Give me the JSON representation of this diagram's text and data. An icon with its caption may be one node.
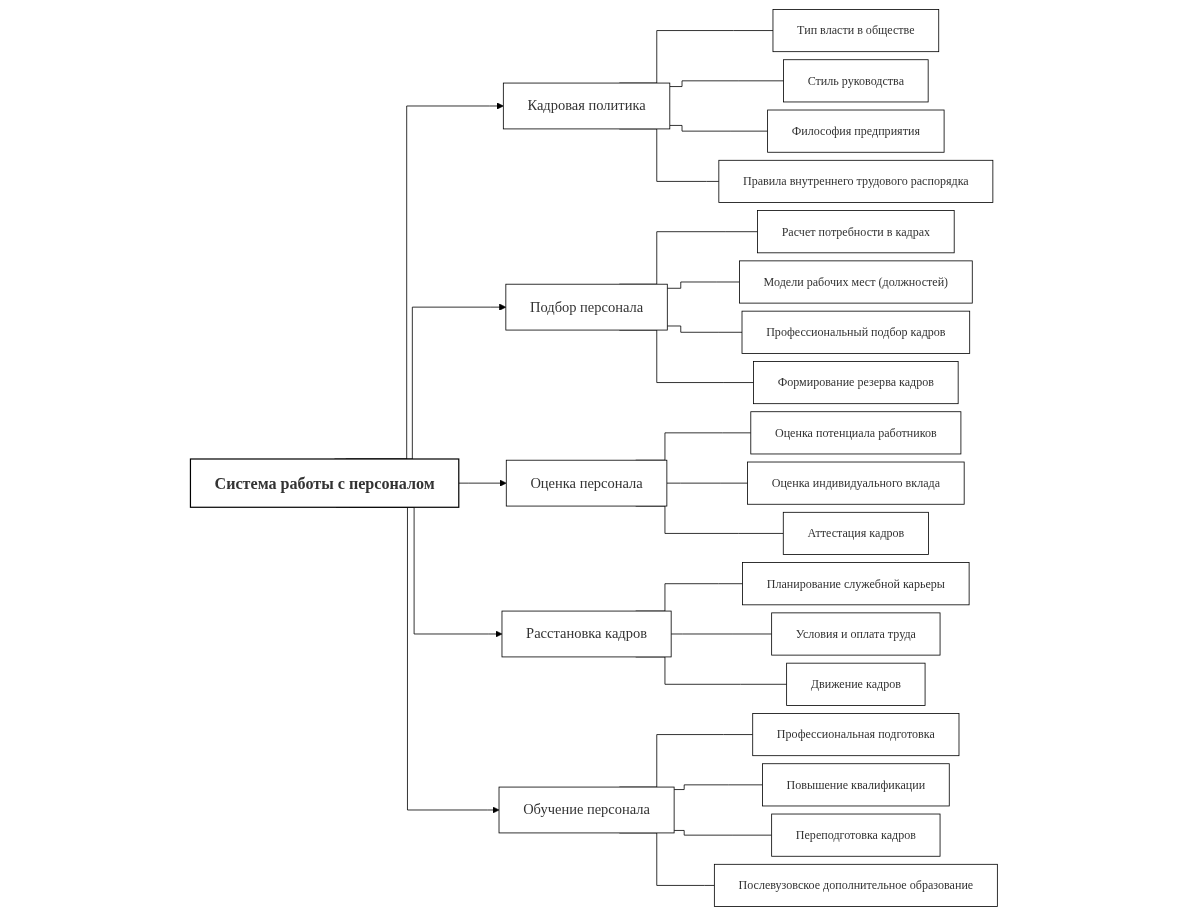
{
  "diagram": {
    "nodes": [
      {
        "text": [
          "Система работы с персоналом"
        ]
      },
      {
        "text": [
          "Кадровая политика"
        ]
      },
      {
        "text": [
          "Подбор персонала"
        ]
      },
      {
        "text": [
          "Оценка персонала"
        ]
      },
      {
        "text": [
          "Расстановка кадров"
        ]
      },
      {
        "text": [
          "Обучение персонала"
        ]
      },
      {
        "text": [
          "Тип власти в обществе"
        ]
      },
      {
        "text": [
          "Стиль руководства"
        ]
      },
      {
        "text": [
          "Философия предприятия"
        ]
      },
      {
        "text": [
          "Правила внутреннего трудового распорядка"
        ]
      },
      {
        "text": [
          "Расчет потребности в кадрах"
        ]
      },
      {
        "text": [
          "Модели рабочих мест (должностей)"
        ]
      },
      {
        "text": [
          "Профессиональный подбор кадров"
        ]
      },
      {
        "text": [
          "Формирование резерва кадров"
        ]
      },
      {
        "text": [
          "Оценка потенциала работников"
        ]
      },
      {
        "text": [
          "Оценка индивидуального вклада"
        ]
      },
      {
        "text": [
          "Аттестация кадров"
        ]
      },
      {
        "text": [
          "Планирование служебной карьеры"
        ]
      },
      {
        "text": [
          "Условия и оплата труда"
        ]
      },
      {
        "text": [
          "Движение кадров"
        ]
      },
      {
        "text": [
          "Профессиональная подготовка"
        ]
      },
      {
        "text": [
          "Повышение квалификации"
        ]
      },
      {
        "text": [
          "Переподготовка кадров"
        ]
      },
      {
        "text": [
          "Послевузовское дополнительное образование"
        ]
      }
    ],
    "edges": [
      {
        "from": 0,
        "to": 1,
        "arrow": "to"
      },
      {
        "from": 0,
        "to": 2,
        "arrow": "to"
      },
      {
        "from": 0,
        "to": 3,
        "arrow": "to"
      },
      {
        "from": 0,
        "to": 4,
        "arrow": "to"
      },
      {
        "from": 0,
        "to": 5,
        "arrow": "to"
      },
      {
        "from": 1,
        "to": 6,
        "arrow": "none"
      },
      {
        "from": 1,
        "to": 7,
        "arrow": "none"
      },
      {
        "from": 1,
        "to": 8,
        "arrow": "none"
      },
      {
        "from": 1,
        "to": 9,
        "arrow": "none"
      },
      {
        "from": 2,
        "to": 10,
        "arrow": "none"
      },
      {
        "from": 2,
        "to": 11,
        "arrow": "none"
      },
      {
        "from": 2,
        "to": 12,
        "arrow": "none"
      },
      {
        "from": 2,
        "to": 13,
        "arrow": "none"
      },
      {
        "from": 3,
        "to": 14,
        "arrow": "none"
      },
      {
        "from": 3,
        "to": 15,
        "arrow": "none"
      },
      {
        "from": 3,
        "to": 16,
        "arrow": "none"
      },
      {
        "from": 4,
        "to": 17,
        "arrow": "none"
      },
      {
        "from": 4,
        "to": 18,
        "arrow": "none"
      },
      {
        "from": 4,
        "to": 19,
        "arrow": "none"
      },
      {
        "from": 5,
        "to": 20,
        "arrow": "none"
      },
      {
        "from": 5,
        "to": 21,
        "arrow": "none"
      },
      {
        "from": 5,
        "to": 22,
        "arrow": "none"
      },
      {
        "from": 5,
        "to": 23,
        "arrow": "none"
      }
    ]
  }
}
